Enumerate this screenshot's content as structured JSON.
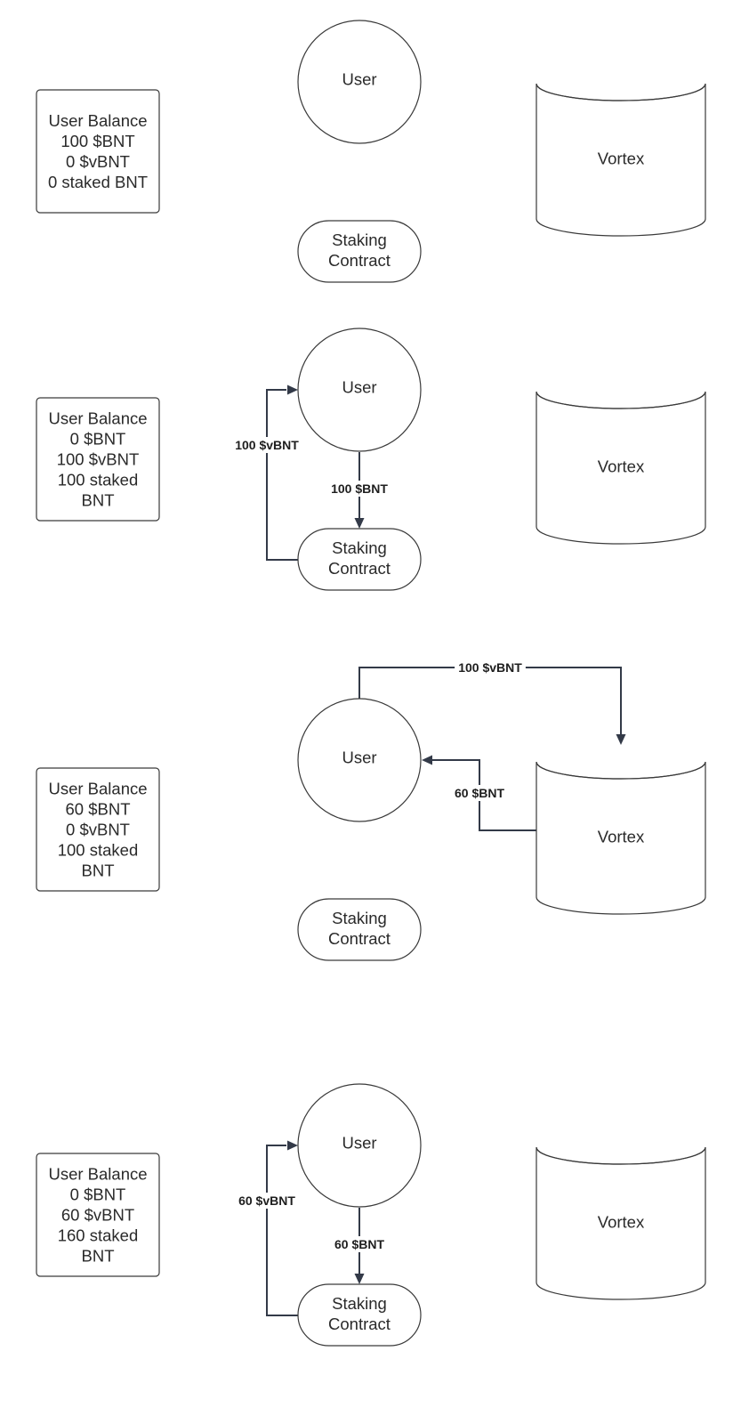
{
  "panels": [
    {
      "balance": [
        "User Balance",
        "100 $BNT",
        "0 $vBNT",
        "0 staked BNT"
      ],
      "user": "User",
      "staking": [
        "Staking",
        "Contract"
      ],
      "vortex": "Vortex",
      "edges": []
    },
    {
      "balance": [
        "User Balance",
        "0 $BNT",
        "100 $vBNT",
        "100 staked",
        "BNT"
      ],
      "user": "User",
      "staking": [
        "Staking",
        "Contract"
      ],
      "vortex": "Vortex",
      "edges": [
        {
          "from": "staking-contract",
          "to": "user",
          "label": "100 $vBNT"
        },
        {
          "from": "user",
          "to": "staking-contract",
          "label": "100 $BNT"
        }
      ]
    },
    {
      "balance": [
        "User Balance",
        "60 $BNT",
        "0 $vBNT",
        "100 staked",
        "BNT"
      ],
      "user": "User",
      "staking": [
        "Staking",
        "Contract"
      ],
      "vortex": "Vortex",
      "edges": [
        {
          "from": "user",
          "to": "vortex",
          "label": "100 $vBNT"
        },
        {
          "from": "vortex",
          "to": "user",
          "label": "60 $BNT"
        }
      ]
    },
    {
      "balance": [
        "User Balance",
        "0 $BNT",
        "60 $vBNT",
        "160 staked",
        "BNT"
      ],
      "user": "User",
      "staking": [
        "Staking",
        "Contract"
      ],
      "vortex": "Vortex",
      "edges": [
        {
          "from": "staking-contract",
          "to": "user",
          "label": "60 $vBNT"
        },
        {
          "from": "user",
          "to": "staking-contract",
          "label": "60 $BNT"
        }
      ]
    }
  ]
}
